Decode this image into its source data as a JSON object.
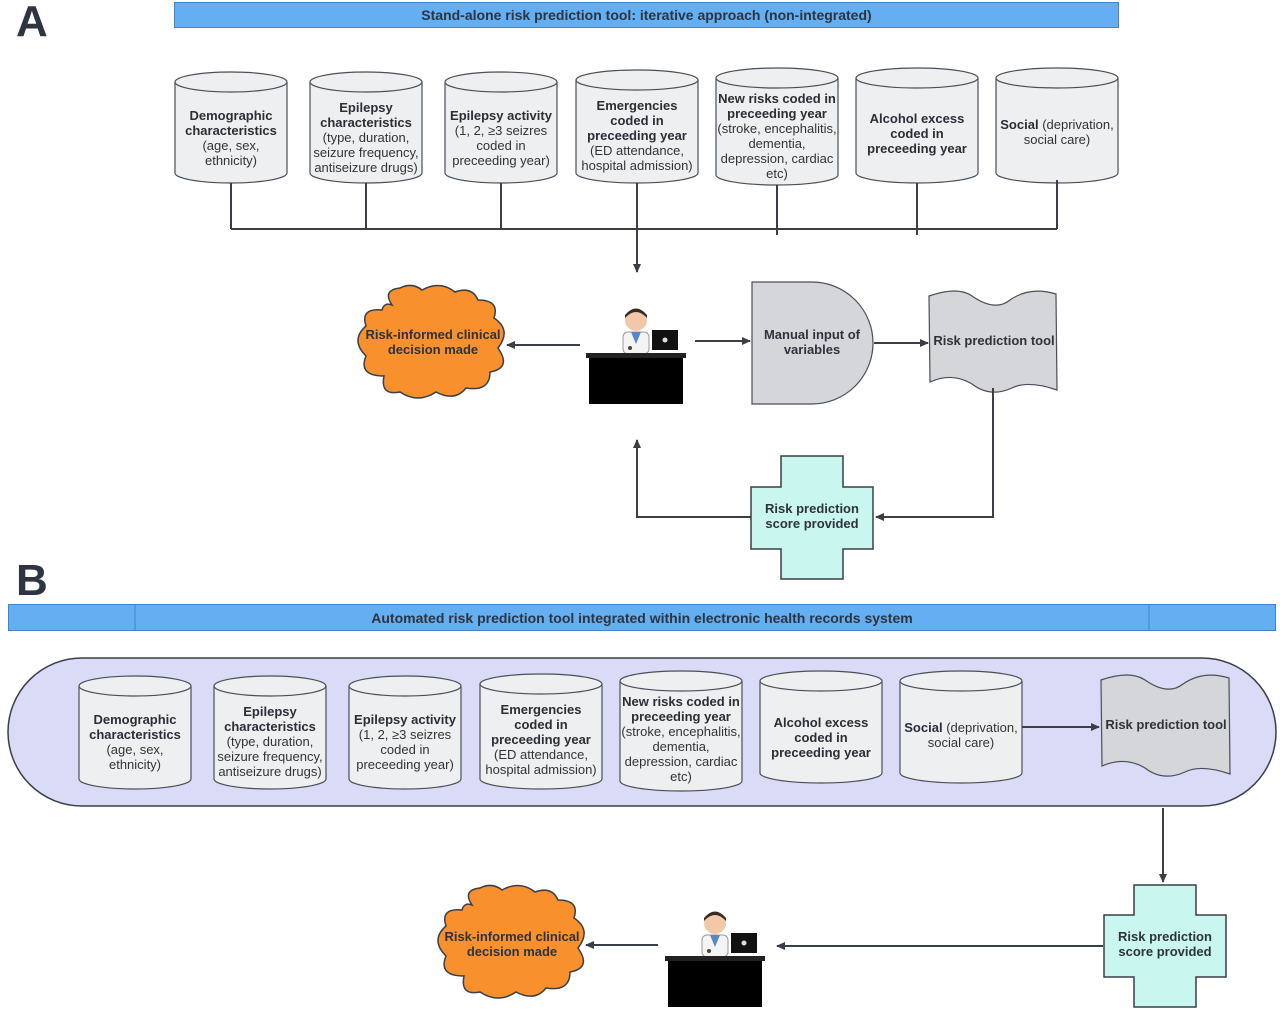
{
  "panel_a": {
    "letter": "A",
    "banner": "Stand-alone risk prediction tool: iterative approach (non-integrated)",
    "sources": [
      {
        "bold": "Demographic characteristics",
        "rest": "(age, sex, ethnicity)"
      },
      {
        "bold": "Epilepsy characteristics",
        "rest": "(type, duration, seizure frequency, antiseizure drugs)"
      },
      {
        "bold": "Epilepsy activity",
        "rest": "(1, 2, ≥3 seizres coded in preceeding year)"
      },
      {
        "bold": "Emergencies coded in preceeding year",
        "rest": "(ED attendance, hospital admission)"
      },
      {
        "bold": "New risks coded in preceeding year",
        "rest": "(stroke, encephalitis, dementia, depression, cardiac etc)"
      },
      {
        "bold": "Alcohol excess coded in preceeding year",
        "rest": ""
      },
      {
        "bold": "Social",
        "rest": "(deprivation, social care)"
      }
    ],
    "decision": "Risk-informed clinical decision made",
    "manual_input": "Manual input of variables",
    "tool": "Risk prediction tool",
    "score": "Risk prediction score provided"
  },
  "panel_b": {
    "letter": "B",
    "banner": "Automated risk prediction tool integrated within electronic health records system",
    "sources": [
      {
        "bold": "Demographic characteristics",
        "rest": "(age, sex, ethnicity)"
      },
      {
        "bold": "Epilepsy characteristics",
        "rest": "(type, duration, seizure frequency, antiseizure drugs)"
      },
      {
        "bold": "Epilepsy activity",
        "rest": "(1, 2, ≥3 seizres coded in preceeding year)"
      },
      {
        "bold": "Emergencies coded in preceeding year",
        "rest": "(ED attendance, hospital admission)"
      },
      {
        "bold": "New risks coded in preceeding year",
        "rest": "(stroke, encephalitis, dementia, depression, cardiac etc)"
      },
      {
        "bold": "Alcohol excess coded in preceeding year",
        "rest": ""
      },
      {
        "bold": "Social",
        "rest": "(deprivation, social care)"
      }
    ],
    "tool": "Risk prediction tool",
    "score": "Risk prediction score provided",
    "decision": "Risk-informed clinical decision made"
  },
  "colors": {
    "banner": "#64aef2",
    "cloud": "#f7902d",
    "plus": "#c9f6ef",
    "process": "#d4d6da",
    "ehr_panel": "#d9dbf7"
  }
}
